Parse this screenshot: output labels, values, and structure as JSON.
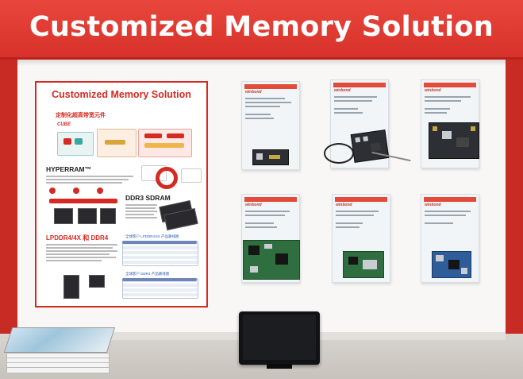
{
  "banner": {
    "title": "Customized Memory Solution"
  },
  "poster": {
    "title": "Customized Memory Solution",
    "subtitle_cn": "定制化超高带宽元件",
    "logo": "CUBE",
    "sections": [
      {
        "key": "hyperram",
        "heading": "HYPERRAM™"
      },
      {
        "key": "ddr3",
        "heading": "DDR3 SDRAM"
      },
      {
        "key": "lpddr",
        "heading": "LPDDR4/4X 和 DDR4"
      }
    ],
    "table_captions": [
      "全球客户 LPDDR4/4X 产品路线图",
      "全球客户 DDR4 产品路线图"
    ]
  },
  "cards": [
    {
      "logo": "winbond"
    },
    {
      "logo": "winbond"
    },
    {
      "logo": "winbond"
    },
    {
      "logo": "winbond"
    },
    {
      "logo": "winbond"
    },
    {
      "logo": "winbond"
    }
  ],
  "colors": {
    "brand_red": "#d42a22",
    "banner_red": "#e03c33",
    "wall": "#f8f7f5"
  }
}
